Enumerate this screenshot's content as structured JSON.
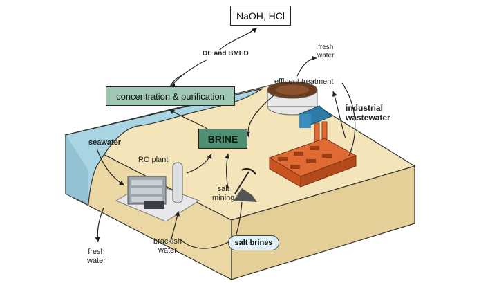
{
  "products": "NaOH, HCl",
  "process_de_bmed": "DE and BMED",
  "concentration": "concentration & purification",
  "brine": "BRINE",
  "fresh_water_top": [
    "fresh",
    "water"
  ],
  "effluent_treatment": "effluent treatment",
  "industrial_wastewater": [
    "industrial",
    "wastewater"
  ],
  "seawater": "seawater",
  "ro_plant": "RO plant",
  "salt_mining": [
    "salt",
    "mining"
  ],
  "brackish_water": [
    "brackish",
    "water"
  ],
  "salt_brines": "salt brines",
  "fresh_water_bottom": [
    "fresh",
    "water"
  ],
  "colors": {
    "sea": "#a9d5e2",
    "land": "#f3e4b9",
    "land_side": "#ead7a3",
    "brine": "#4f8f72",
    "concentration": "#9ec8b4",
    "factory": "#e06a33"
  }
}
